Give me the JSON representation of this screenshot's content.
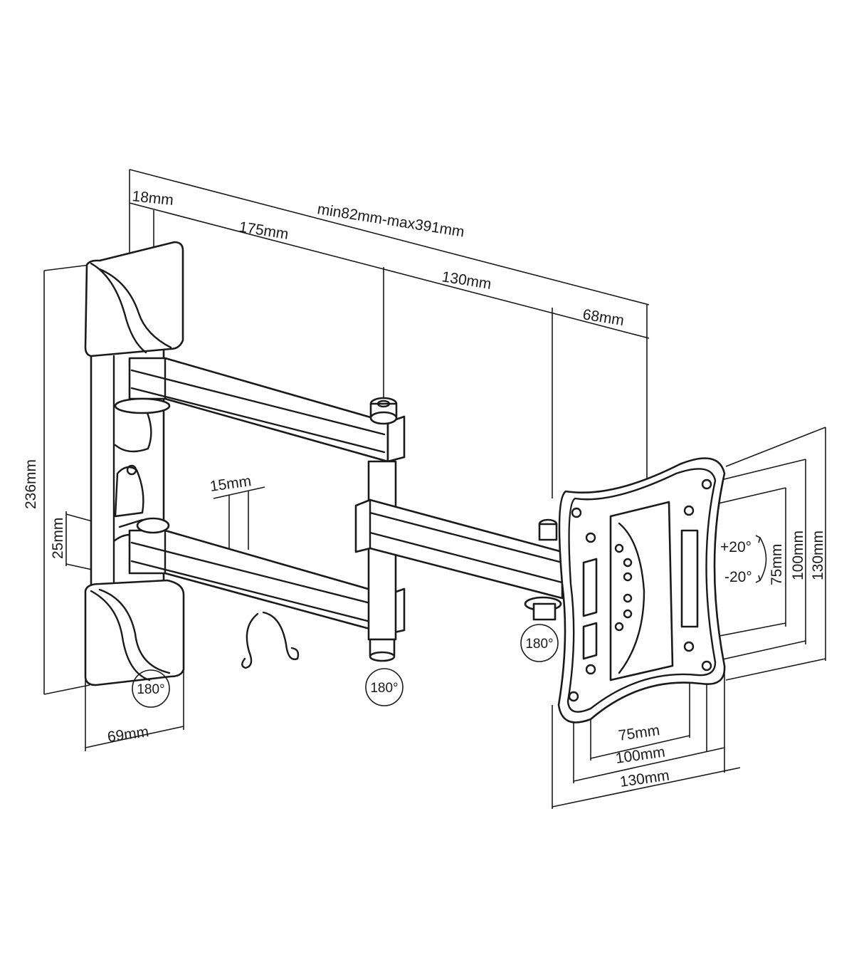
{
  "dimensions": {
    "total_depth": "min82mm-max391mm",
    "wall_plate_depth": "18mm",
    "first_arm": "175mm",
    "second_arm": "130mm",
    "head": "68mm",
    "plate_height": "236mm",
    "plate_width": "69mm",
    "cable_gap": "15mm",
    "arm_height": "25mm",
    "vesa_h_75": "75mm",
    "vesa_h_100": "100mm",
    "vesa_h_130": "130mm",
    "vesa_v_75": "75mm",
    "vesa_v_100": "100mm",
    "vesa_v_130": "130mm"
  },
  "rotation": {
    "wall_swivel": "180°",
    "arm_swivel": "180°",
    "head_swivel": "180°",
    "tilt_up": "+20°",
    "tilt_down": "-20°"
  }
}
